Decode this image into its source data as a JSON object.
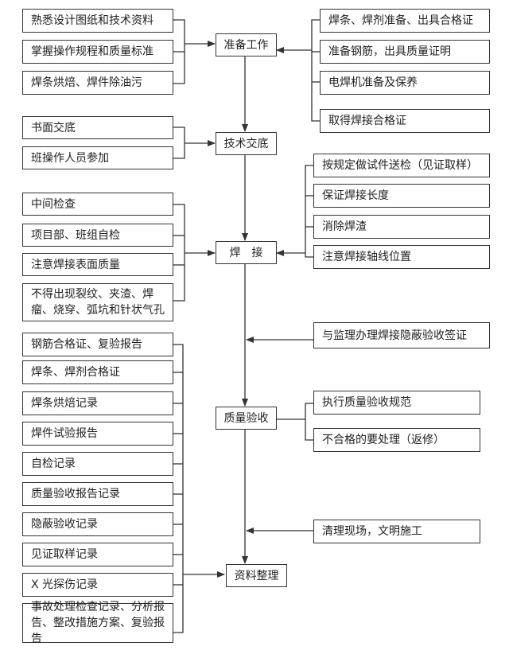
{
  "nodes": {
    "prepare": "准备工作",
    "briefing": "技术交底",
    "welding": "焊　接",
    "acceptance": "质量验收",
    "archive": "资料整理"
  },
  "prepare_left": [
    "熟悉设计图纸和技术资料",
    "掌握操作规程和质量标准",
    "焊条烘焙、焊件除油污"
  ],
  "prepare_right": [
    "焊条、焊剂准备、出具合格证",
    "准备钢筋，出具质量证明",
    "电焊机准备及保养",
    "取得焊接合格证"
  ],
  "briefing_left": [
    "书面交底",
    "班操作人员参加"
  ],
  "welding_left": [
    "中间检查",
    "项目部、班组自检",
    "注意焊接表面质量",
    "不得出现裂纹、夹渣、焊瘤、烧穿、弧坑和针状气孔"
  ],
  "welding_right": [
    "按规定做试件送检（见证取样）",
    "保证焊接长度",
    "消除焊渣",
    "注意焊接轴线位置"
  ],
  "concealed_signoff": "与监理办理焊接隐蔽验收签证",
  "acceptance_right": [
    "执行质量验收规范",
    "不合格的要处理（返修）"
  ],
  "cleanup": "清理现场，文明施工",
  "archive_left": [
    "钢筋合格证、复验报告",
    "焊条、焊剂合格证",
    "焊条烘焙记录",
    "焊件试验报告",
    "自检记录",
    "质量验收报告记录",
    "隐蔽验收记录",
    "见证取样记录",
    "X 光探伤记录",
    "事故处理检查记录、分析报告、整改措施方案、复验报告"
  ]
}
